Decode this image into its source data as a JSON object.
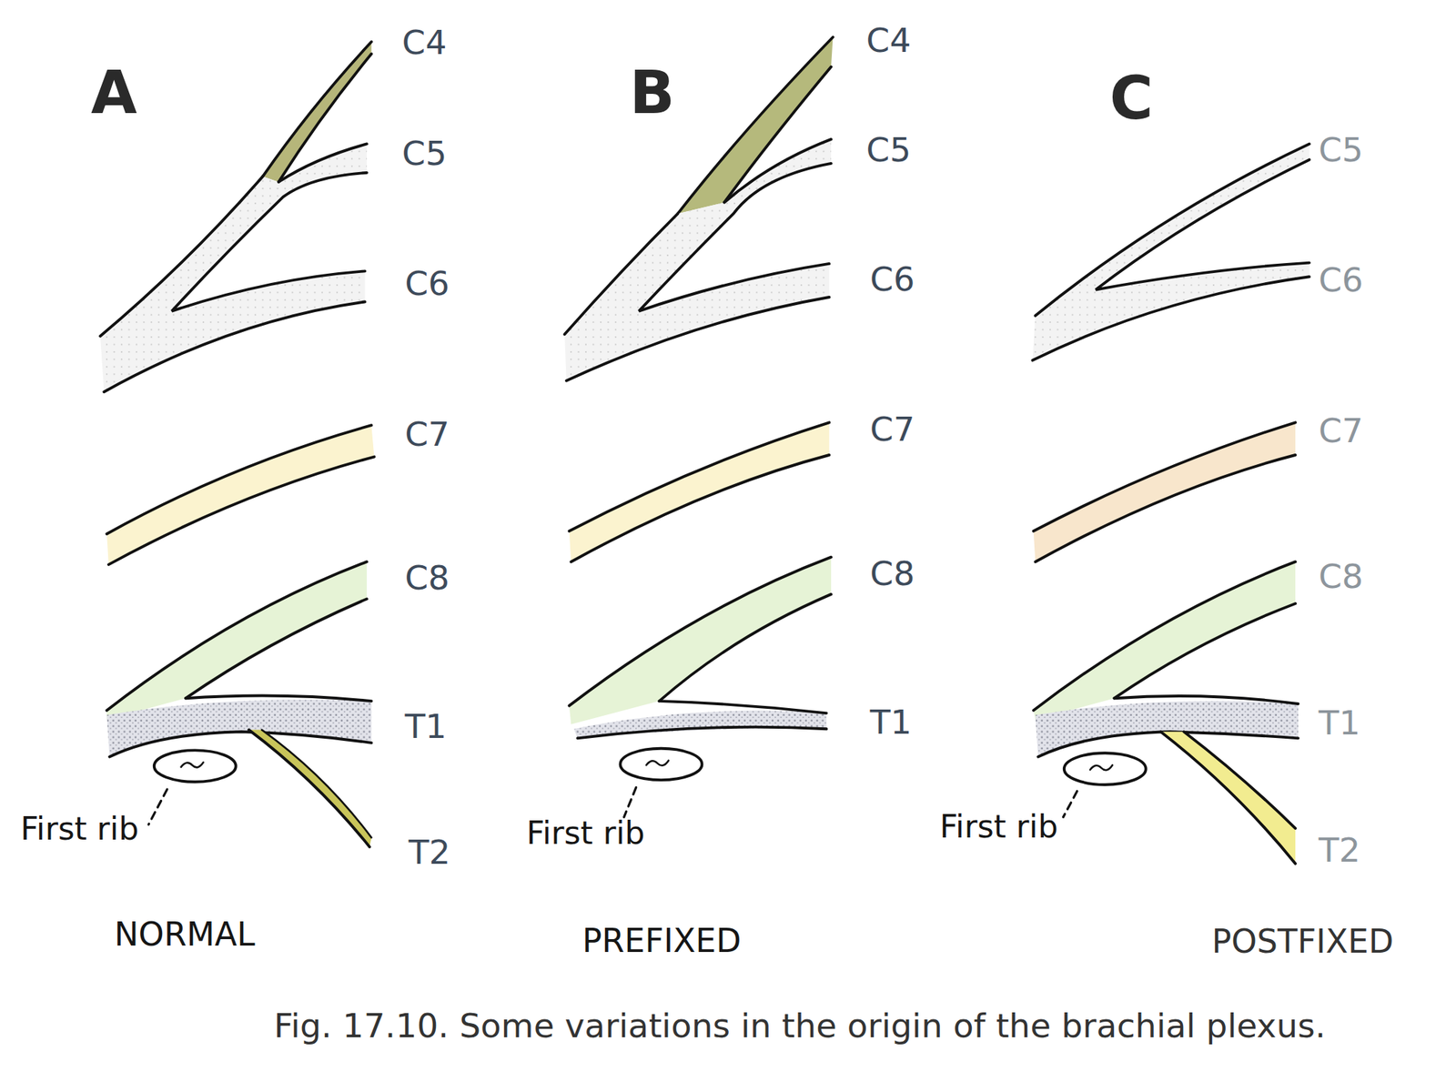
{
  "diagram": {
    "caption": "Fig. 17.10. Some variations in the origin of the brachial plexus.",
    "labels": [
      "A",
      "C4",
      "C5",
      "C6",
      "C7",
      "C8",
      "T1",
      "T2",
      "First rib",
      "NORMAL",
      "B",
      "C4",
      "C5",
      "C6",
      "C7",
      "C8",
      "T1",
      "First rib",
      "PREFIXED",
      "C",
      "C5",
      "C6",
      "C7",
      "C8",
      "T1",
      "T2",
      "First rib",
      "POSTFIXED"
    ]
  }
}
